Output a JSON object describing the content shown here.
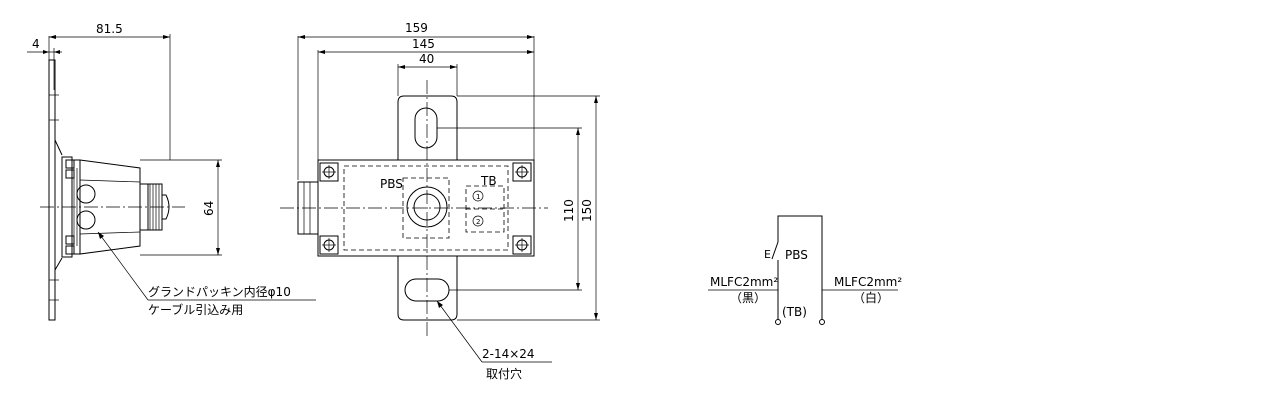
{
  "side_view": {
    "dim_top_small": "4",
    "dim_top_width": "81.5",
    "dim_height": "64",
    "note_line1": "グランドパッキン内径φ10",
    "note_line2": "ケーブル引込み用"
  },
  "front_view": {
    "dim_overall_width": "159",
    "dim_hole_pitch": "145",
    "dim_bracket_width": "40",
    "dim_hole_vertical": "110",
    "dim_overall_height": "150",
    "label_pbs": "PBS",
    "label_tb": "TB",
    "terminal_1": "1",
    "terminal_2": "2",
    "note_hole_size": "2-14×24",
    "note_mounting": "取付穴"
  },
  "wiring": {
    "switch_contact": "E",
    "switch_label": "PBS",
    "left_wire": "MLFC2mm²",
    "left_color": "（黒）",
    "right_wire": "MLFC2mm²",
    "right_color": "（白）",
    "terminal_block": "(TB)"
  }
}
